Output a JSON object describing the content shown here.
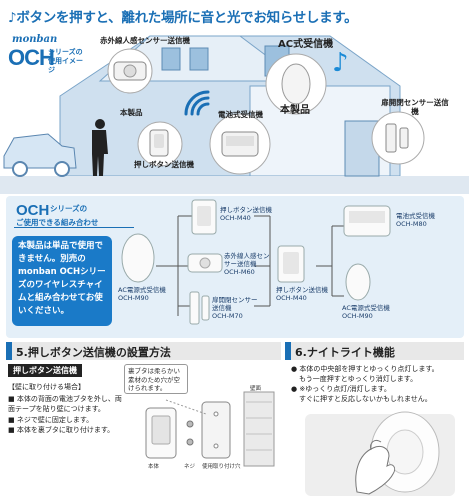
{
  "headline": "♪ボタンを押すと、離れた場所に音と光でお知らせします。",
  "brand": {
    "logo": "monban",
    "series": "OCH",
    "subtitle": "シリーズの使用イメージ"
  },
  "scene": {
    "motion_sensor_label": "赤外線人感センサー送信機",
    "ac_receiver_label": "AC式受信機",
    "this_product_label": "本製品",
    "push_button_label": "押しボタン送信機",
    "battery_receiver_label": "電池式受信機",
    "this_product_label_2": "本製品",
    "door_sensor_label": "扉開閉センサー送信機"
  },
  "combo": {
    "title_series": "OCH",
    "title_sub1": "シリーズの",
    "title_sub2": "ご使用できる組み合わせ",
    "note": "本製品は単品で使用できません。別売のmonban OCHシリーズのワイヤレスチャイムと組み合わせてお使いください。",
    "products": {
      "ac_receiver": [
        "AC電源式受信機",
        "OCH-M90"
      ],
      "push_button": [
        "押しボタン送信機",
        "OCH-M40"
      ],
      "motion_sensor": [
        "赤外線人感センサー送信機",
        "OCH-M60"
      ],
      "door_sensor": [
        "扉開閉センサー送信機",
        "OCH-M70"
      ],
      "battery_receiver": [
        "電池式受信機",
        "OCH-M80"
      ],
      "push_button_2": [
        "押しボタン送信機",
        "OCH-M40"
      ],
      "ac_receiver_2": [
        "AC電源式受信機",
        "OCH-M90"
      ]
    }
  },
  "section5": {
    "title": "5.押しボタン送信機の設置方法",
    "subhead": "押しボタン送信機",
    "steps_title": "【壁に取り付ける場合】",
    "steps": [
      "■ 本体の背面の電池ブタを外し、両面テープを貼り壁につけます。",
      "■ ネジで壁に固定します。",
      "■ 本体を裏ブタに取り付けます。"
    ],
    "bubble": "裏ブタは柔らかい素材のため穴が空けられます。",
    "parts": {
      "body": "本体",
      "screw": "ネジ",
      "holes": "使用取り付け穴",
      "wall": "壁面"
    }
  },
  "section6": {
    "title": "6.ナイトライト機能",
    "lines": [
      "● 本体の中央部を押すとゆっくり点灯します。",
      "もう一度押すとゆっくり消灯します。",
      "● ※ゆっくり点灯/消灯します。",
      "すぐに押すと反応しないかもしれません。"
    ]
  },
  "colors": {
    "accent": "#1a6fb5",
    "panel": "#e4eff8",
    "note_bg": "#1a7ac8"
  }
}
